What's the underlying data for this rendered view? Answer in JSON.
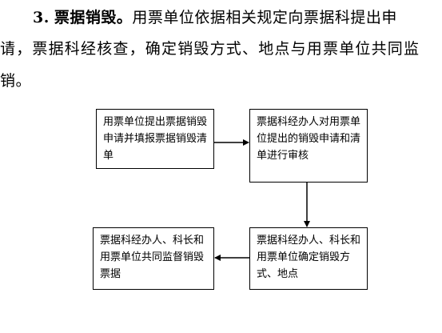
{
  "paragraph": {
    "heading_number": "3.",
    "heading_title": "票据销毁。",
    "line1_rest": "用票单位依据相关规定向票据科提出申",
    "line2": "请，票据科经核查，确定销毁方式、地点与用票单位共同监",
    "line3": "销。"
  },
  "flowchart": {
    "step1": "用票单位提出票据销毁申请并填报票据销毁清单",
    "step2": "票据科经办人对用票单位提出的销毁申请和清单进行审核",
    "step3": "票据科经办人、科长和用票单位确定销毁方式、地点",
    "step4": "票据科经办人、科长和用票单位共同监督销毁票据"
  },
  "colors": {
    "text": "#000000",
    "border": "#000000",
    "background": "#ffffff"
  },
  "icons": {
    "arrow_1_to_2": "arrow-right-icon",
    "arrow_2_to_3": "arrow-down-icon",
    "arrow_3_to_4": "arrow-left-icon"
  }
}
